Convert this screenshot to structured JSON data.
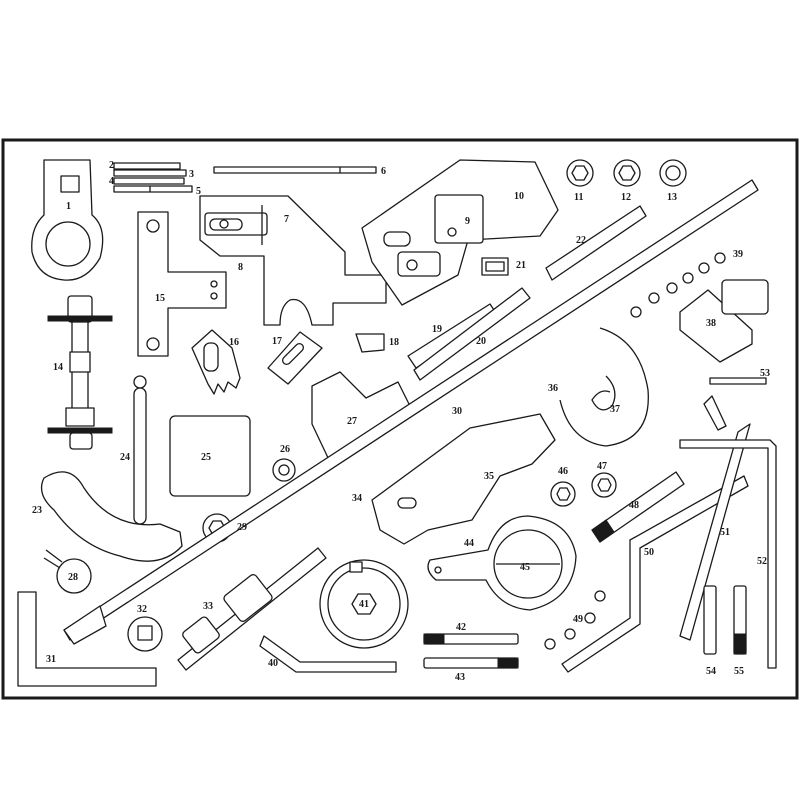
{
  "diagram": {
    "border_color": "#1a1a1a",
    "parts": [
      {
        "n": "1"
      },
      {
        "n": "2"
      },
      {
        "n": "3"
      },
      {
        "n": "4"
      },
      {
        "n": "5"
      },
      {
        "n": "6"
      },
      {
        "n": "7"
      },
      {
        "n": "8"
      },
      {
        "n": "9"
      },
      {
        "n": "10"
      },
      {
        "n": "11"
      },
      {
        "n": "12"
      },
      {
        "n": "13"
      },
      {
        "n": "14"
      },
      {
        "n": "15"
      },
      {
        "n": "16"
      },
      {
        "n": "17"
      },
      {
        "n": "18"
      },
      {
        "n": "19"
      },
      {
        "n": "20"
      },
      {
        "n": "21"
      },
      {
        "n": "22"
      },
      {
        "n": "23"
      },
      {
        "n": "24"
      },
      {
        "n": "25"
      },
      {
        "n": "26"
      },
      {
        "n": "27"
      },
      {
        "n": "28"
      },
      {
        "n": "29"
      },
      {
        "n": "30"
      },
      {
        "n": "31"
      },
      {
        "n": "32"
      },
      {
        "n": "33"
      },
      {
        "n": "34"
      },
      {
        "n": "35"
      },
      {
        "n": "36"
      },
      {
        "n": "37"
      },
      {
        "n": "38"
      },
      {
        "n": "39"
      },
      {
        "n": "40"
      },
      {
        "n": "41"
      },
      {
        "n": "42"
      },
      {
        "n": "43"
      },
      {
        "n": "44"
      },
      {
        "n": "45"
      },
      {
        "n": "46"
      },
      {
        "n": "47"
      },
      {
        "n": "48"
      },
      {
        "n": "49"
      },
      {
        "n": "50"
      },
      {
        "n": "51"
      },
      {
        "n": "52"
      },
      {
        "n": "53"
      },
      {
        "n": "54"
      },
      {
        "n": "55"
      }
    ]
  }
}
